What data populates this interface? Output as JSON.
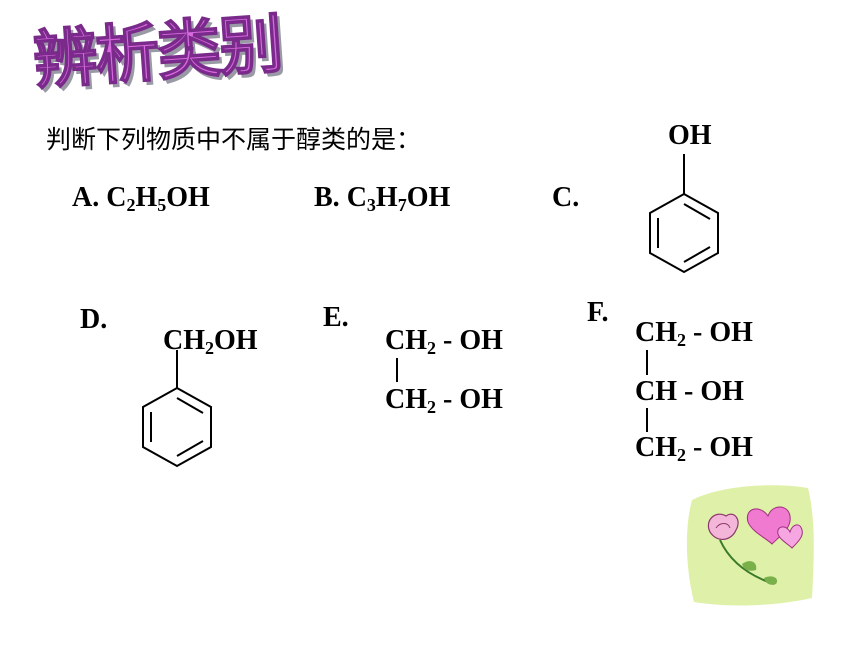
{
  "slide": {
    "title": "辨析类别",
    "question": "判断下列物质中不属于醇类的是："
  },
  "options": {
    "A": {
      "label": "A.",
      "formula_main": "C",
      "sub1": "2",
      "mid": "H",
      "sub2": "5",
      "tail": "OH"
    },
    "B": {
      "label": "B.",
      "formula_main": "C",
      "sub1": "3",
      "mid": "H",
      "sub2": "7",
      "tail": "OH"
    },
    "C": {
      "label": "C.",
      "group": "OH"
    },
    "D": {
      "label": "D.",
      "group_pre": "CH",
      "group_sub": "2",
      "group_post": "OH"
    },
    "E": {
      "label": "E.",
      "line1_pre": "CH",
      "line1_sub": "2",
      "line1_post": " - OH",
      "line2_pre": "CH",
      "line2_sub": "2",
      "line2_post": " - OH"
    },
    "F": {
      "label": "F.",
      "line1_pre": "CH",
      "line1_sub": "2",
      "line1_post": " - OH",
      "line2": "CH - OH",
      "line3_pre": "CH",
      "line3_sub": "2",
      "line3_post": " - OH"
    }
  },
  "colors": {
    "title_fill": "#d86ae0",
    "clipart_bg": "#dff0a8",
    "heart": "#f07ad0"
  },
  "icons": {
    "decoration": "rose-hearts-clipart"
  }
}
